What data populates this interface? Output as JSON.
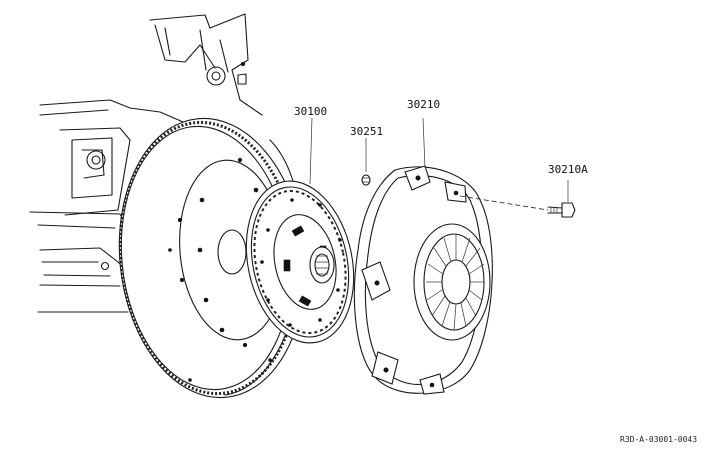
{
  "diagram": {
    "part_labels": {
      "clutch_disc": "30100",
      "clutch_cover": "30210",
      "spring": "30251",
      "bolt": "30210A"
    },
    "reference_code": "R3D-A-03001-0043"
  }
}
